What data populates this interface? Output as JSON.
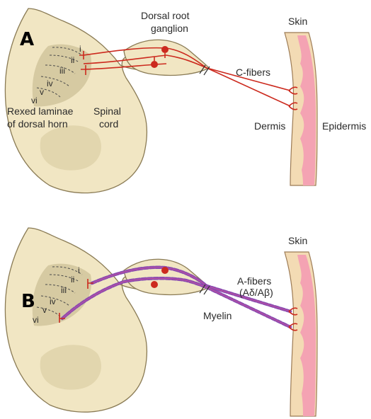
{
  "figure": {
    "panels": [
      {
        "letter": "A",
        "labels": {
          "dorsal_root_ganglion_1": "Dorsal root",
          "dorsal_root_ganglion_2": "ganglion",
          "skin": "Skin",
          "fibers": "C-fibers",
          "dermis": "Dermis",
          "epidermis": "Epidermis",
          "rexed_1": "Rexed laminae",
          "rexed_2": "of dorsal horn",
          "spinal_1": "Spinal",
          "spinal_2": "cord"
        },
        "laminae": [
          "i",
          "ii",
          "iii",
          "iv",
          "v",
          "vi"
        ]
      },
      {
        "letter": "B",
        "labels": {
          "skin": "Skin",
          "fibers_1": "A-fibers",
          "fibers_2": "(Aδ/Aβ)",
          "myelin": "Myelin"
        },
        "laminae": [
          "i",
          "ii",
          "iii",
          "iv",
          "v",
          "vi"
        ]
      }
    ],
    "colors": {
      "nerve": "#cc2a1e",
      "myelin": "#8a4bb0",
      "cord": "#f1e6c3",
      "epidermis": "#f4a3b3"
    }
  }
}
